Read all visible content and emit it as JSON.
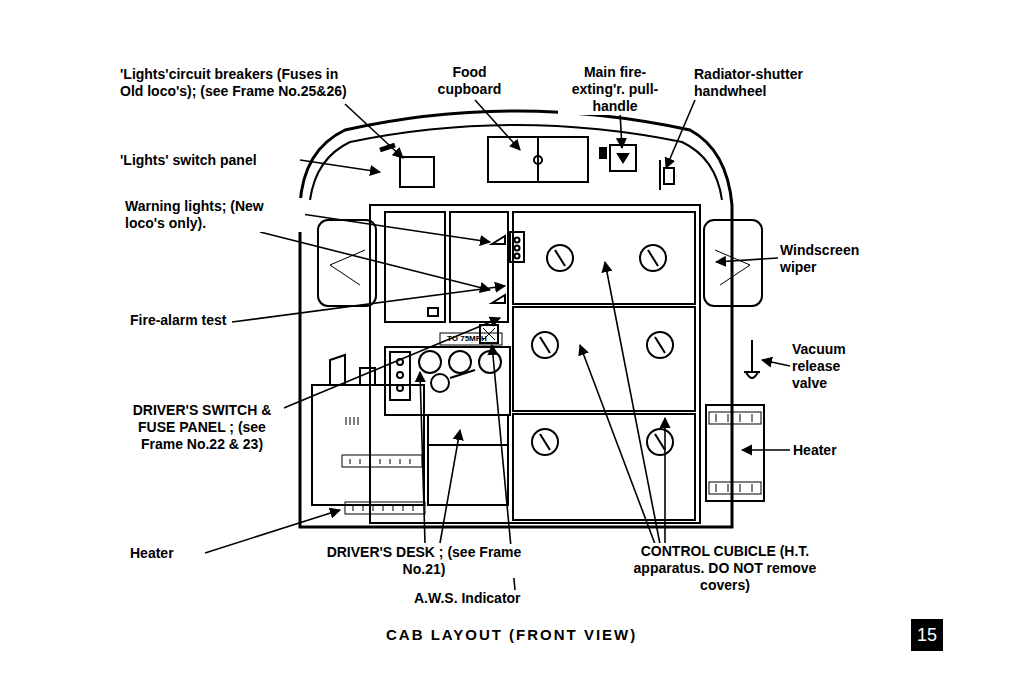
{
  "diagram": {
    "title": "CAB LAYOUT (FRONT VIEW)",
    "nodes": [
      {
        "text": [
          "15"
        ]
      }
    ],
    "labels": [
      "Food cupboard",
      "Main fire-exting'r. pull-handle",
      "Radiator-shutter handwheel",
      "'Lights'circuit breakers (Fuses in Old loco's); (see Frame No.25&26)",
      "'Lights' switch panel",
      "Warning lights; (New loco's only).",
      "Windscreen wiper",
      "Fire-alarm test",
      "Vacuum release valve",
      "DRIVER'S SWITCH & FUSE PANEL ; (see Frame No.22 & 23)",
      "Heater",
      "Heater",
      "DRIVER'S DESK ; (see Frame No.21)",
      "CONTROL CUBICLE (H.T. apparatus. DO NOT remove covers)",
      "A.W.S. Indicator",
      "TO 75MPH"
    ]
  }
}
